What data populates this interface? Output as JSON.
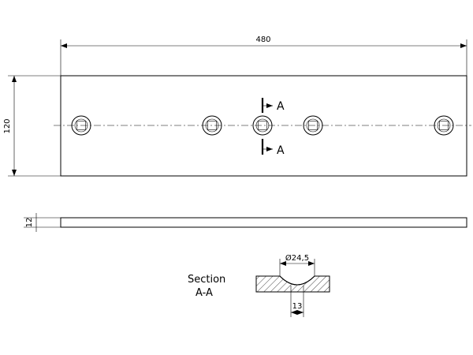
{
  "drawing": {
    "top_view": {
      "width_dimension": "480",
      "height_dimension": "120",
      "section_marker_top": "A",
      "section_marker_bottom": "A"
    },
    "side_view": {
      "thickness_dimension": "12"
    },
    "section_view": {
      "title_line1": "Section",
      "title_line2": "A-A",
      "diameter_dimension": "Ø24,5",
      "width_dimension": "13"
    }
  }
}
